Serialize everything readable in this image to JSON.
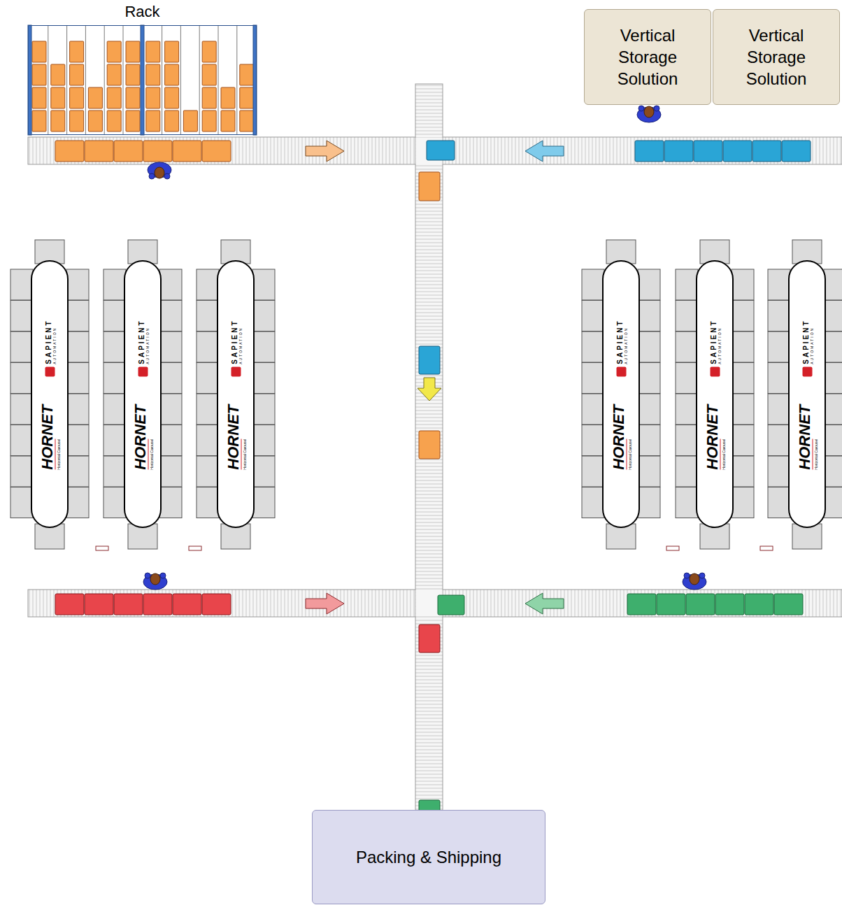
{
  "diagram": {
    "nodes": [
      {
        "text": [
          "Rack"
        ]
      },
      {
        "text": [
          "Vertical Storage Solution"
        ]
      },
      {
        "text": [
          "Vertical Storage Solution"
        ]
      },
      {
        "text": [
          "SAPIENT",
          "AUTOMATION",
          "HORNET",
          "Horizontal Carousel"
        ]
      },
      {
        "text": [
          "SAPIENT",
          "AUTOMATION",
          "HORNET",
          "Horizontal Carousel"
        ]
      },
      {
        "text": [
          "SAPIENT",
          "AUTOMATION",
          "HORNET",
          "Horizontal Carousel"
        ]
      },
      {
        "text": [
          "SAPIENT",
          "AUTOMATION",
          "HORNET",
          "Horizontal Carousel"
        ]
      },
      {
        "text": [
          "SAPIENT",
          "AUTOMATION",
          "HORNET",
          "Horizontal Carousel"
        ]
      },
      {
        "text": [
          "SAPIENT",
          "AUTOMATION",
          "HORNET",
          "Horizontal Carousel"
        ]
      },
      {
        "text": [
          "Packing & Shipping"
        ]
      }
    ]
  }
}
